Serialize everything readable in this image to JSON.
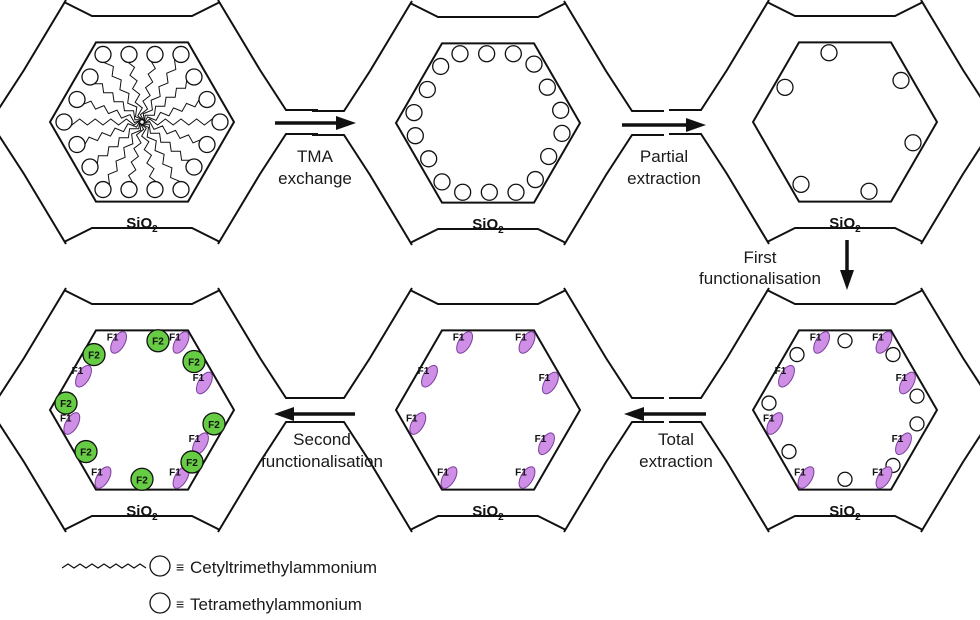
{
  "sio2": {
    "main": "SiO",
    "sub": "2"
  },
  "steps": {
    "tma": [
      "TMA",
      "exchange"
    ],
    "partial": [
      "Partial",
      "extraction"
    ],
    "first": [
      "First",
      "functionalisation"
    ],
    "total": [
      "Total",
      "extraction"
    ],
    "second": [
      "Second",
      "functionalisation"
    ]
  },
  "group_labels": {
    "f1": "F1",
    "f2": "F2"
  },
  "legend": {
    "ctab_symbol": "≡",
    "ctab": "Cetyltrimethylammonium",
    "tma_symbol": "≡",
    "tma": "Tetramethylammonium"
  },
  "colors": {
    "f1_fill": "#cf8fe6",
    "f2_fill": "#66cc44",
    "stroke": "#111111"
  }
}
